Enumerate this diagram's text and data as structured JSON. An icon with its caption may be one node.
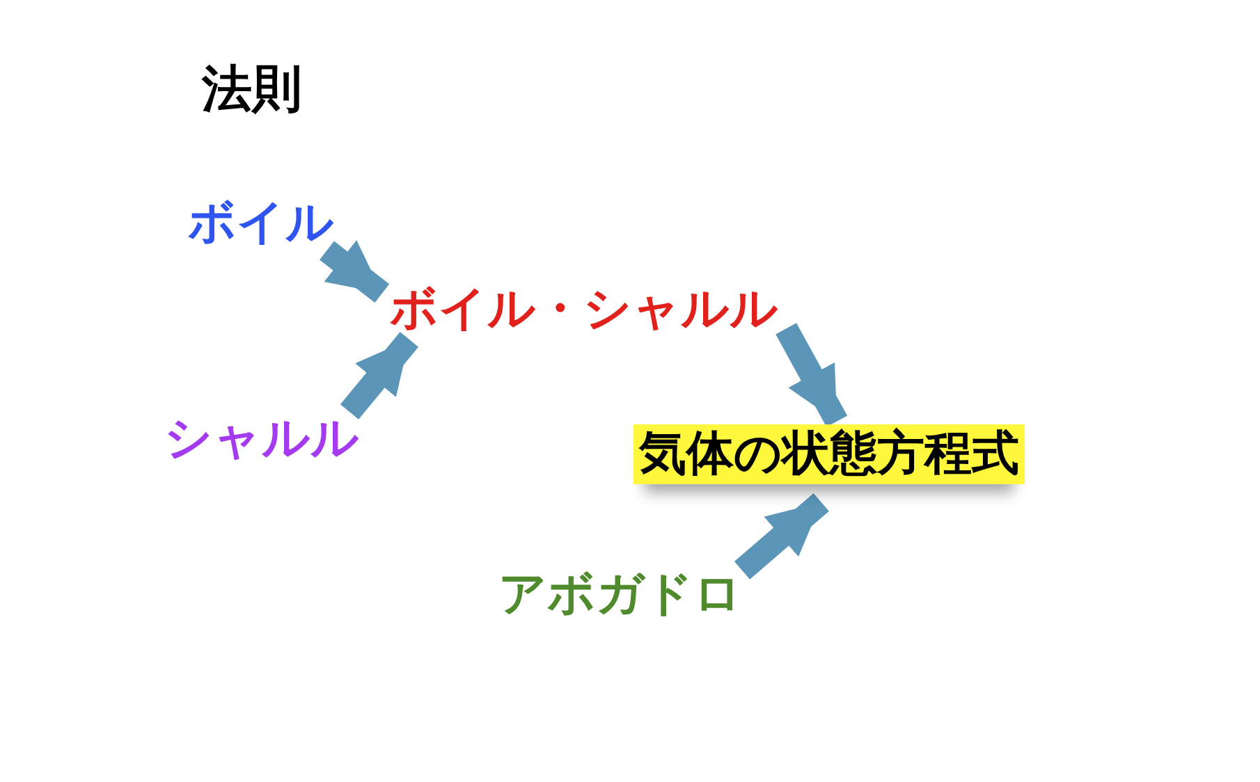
{
  "diagram": {
    "title": "法則",
    "nodes": [
      {
        "text": [
          "ボイル"
        ]
      },
      {
        "text": [
          "シャルル"
        ]
      },
      {
        "text": [
          "ボイル・シャルル"
        ]
      },
      {
        "text": [
          "気体の状態方程式"
        ]
      },
      {
        "text": [
          "アボガドロ"
        ]
      }
    ],
    "edges": [
      {
        "from": 0,
        "to": 2,
        "arrow": "to"
      },
      {
        "from": 1,
        "to": 2,
        "arrow": "to"
      },
      {
        "from": 2,
        "to": 3,
        "arrow": "to"
      },
      {
        "from": 4,
        "to": 3,
        "arrow": "to"
      }
    ]
  }
}
